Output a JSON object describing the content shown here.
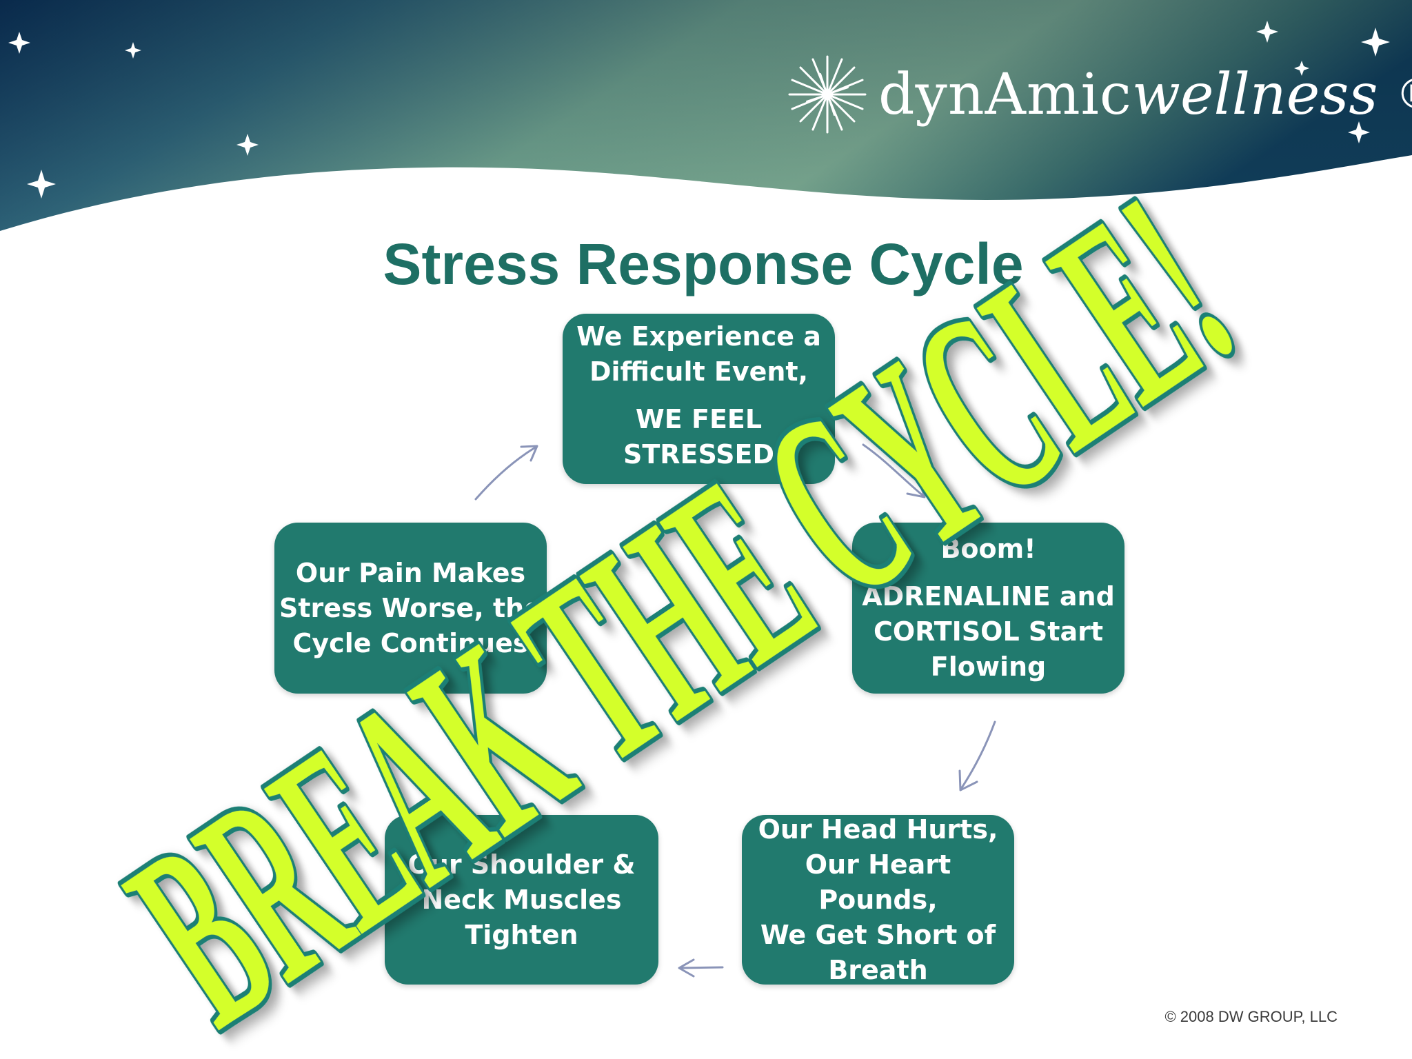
{
  "brand": {
    "name_part1": "dynAmic",
    "name_part2": "wellness",
    "registered_mark": "®",
    "icon": "starburst-icon"
  },
  "slide": {
    "title": "Stress Response Cycle"
  },
  "cycle": {
    "steps": [
      {
        "lines": [
          "We Experience a",
          "Difficult Event,"
        ],
        "lines2": [
          "WE FEEL",
          "STRESSED"
        ]
      },
      {
        "lines": [
          "Boom!"
        ],
        "lines2": [
          "ADRENALINE and",
          "CORTISOL Start",
          "Flowing"
        ]
      },
      {
        "lines": [
          "Our Head Hurts,"
        ],
        "lines2": [
          "Our Heart Pounds,"
        ],
        "lines3": [
          "We Get Short of",
          "Breath"
        ]
      },
      {
        "lines": [
          "Our Shoulder &",
          "Neck Muscles",
          "Tighten"
        ]
      },
      {
        "lines": [
          "Our Pain Makes",
          "Stress Worse, the",
          "Cycle Continues"
        ]
      }
    ]
  },
  "overlay": {
    "text": "BREAK THE CYCLE!",
    "fill_color": "#d4ff2a",
    "outline_color": "#1e7f74"
  },
  "footer": {
    "copyright": "© 2008 DW GROUP, LLC"
  },
  "colors": {
    "accent": "#217a6e",
    "title": "#1e6f64",
    "header_dark": "#0f3a5a",
    "header_light": "#6fa08c",
    "arrow": "#8a94b8"
  }
}
